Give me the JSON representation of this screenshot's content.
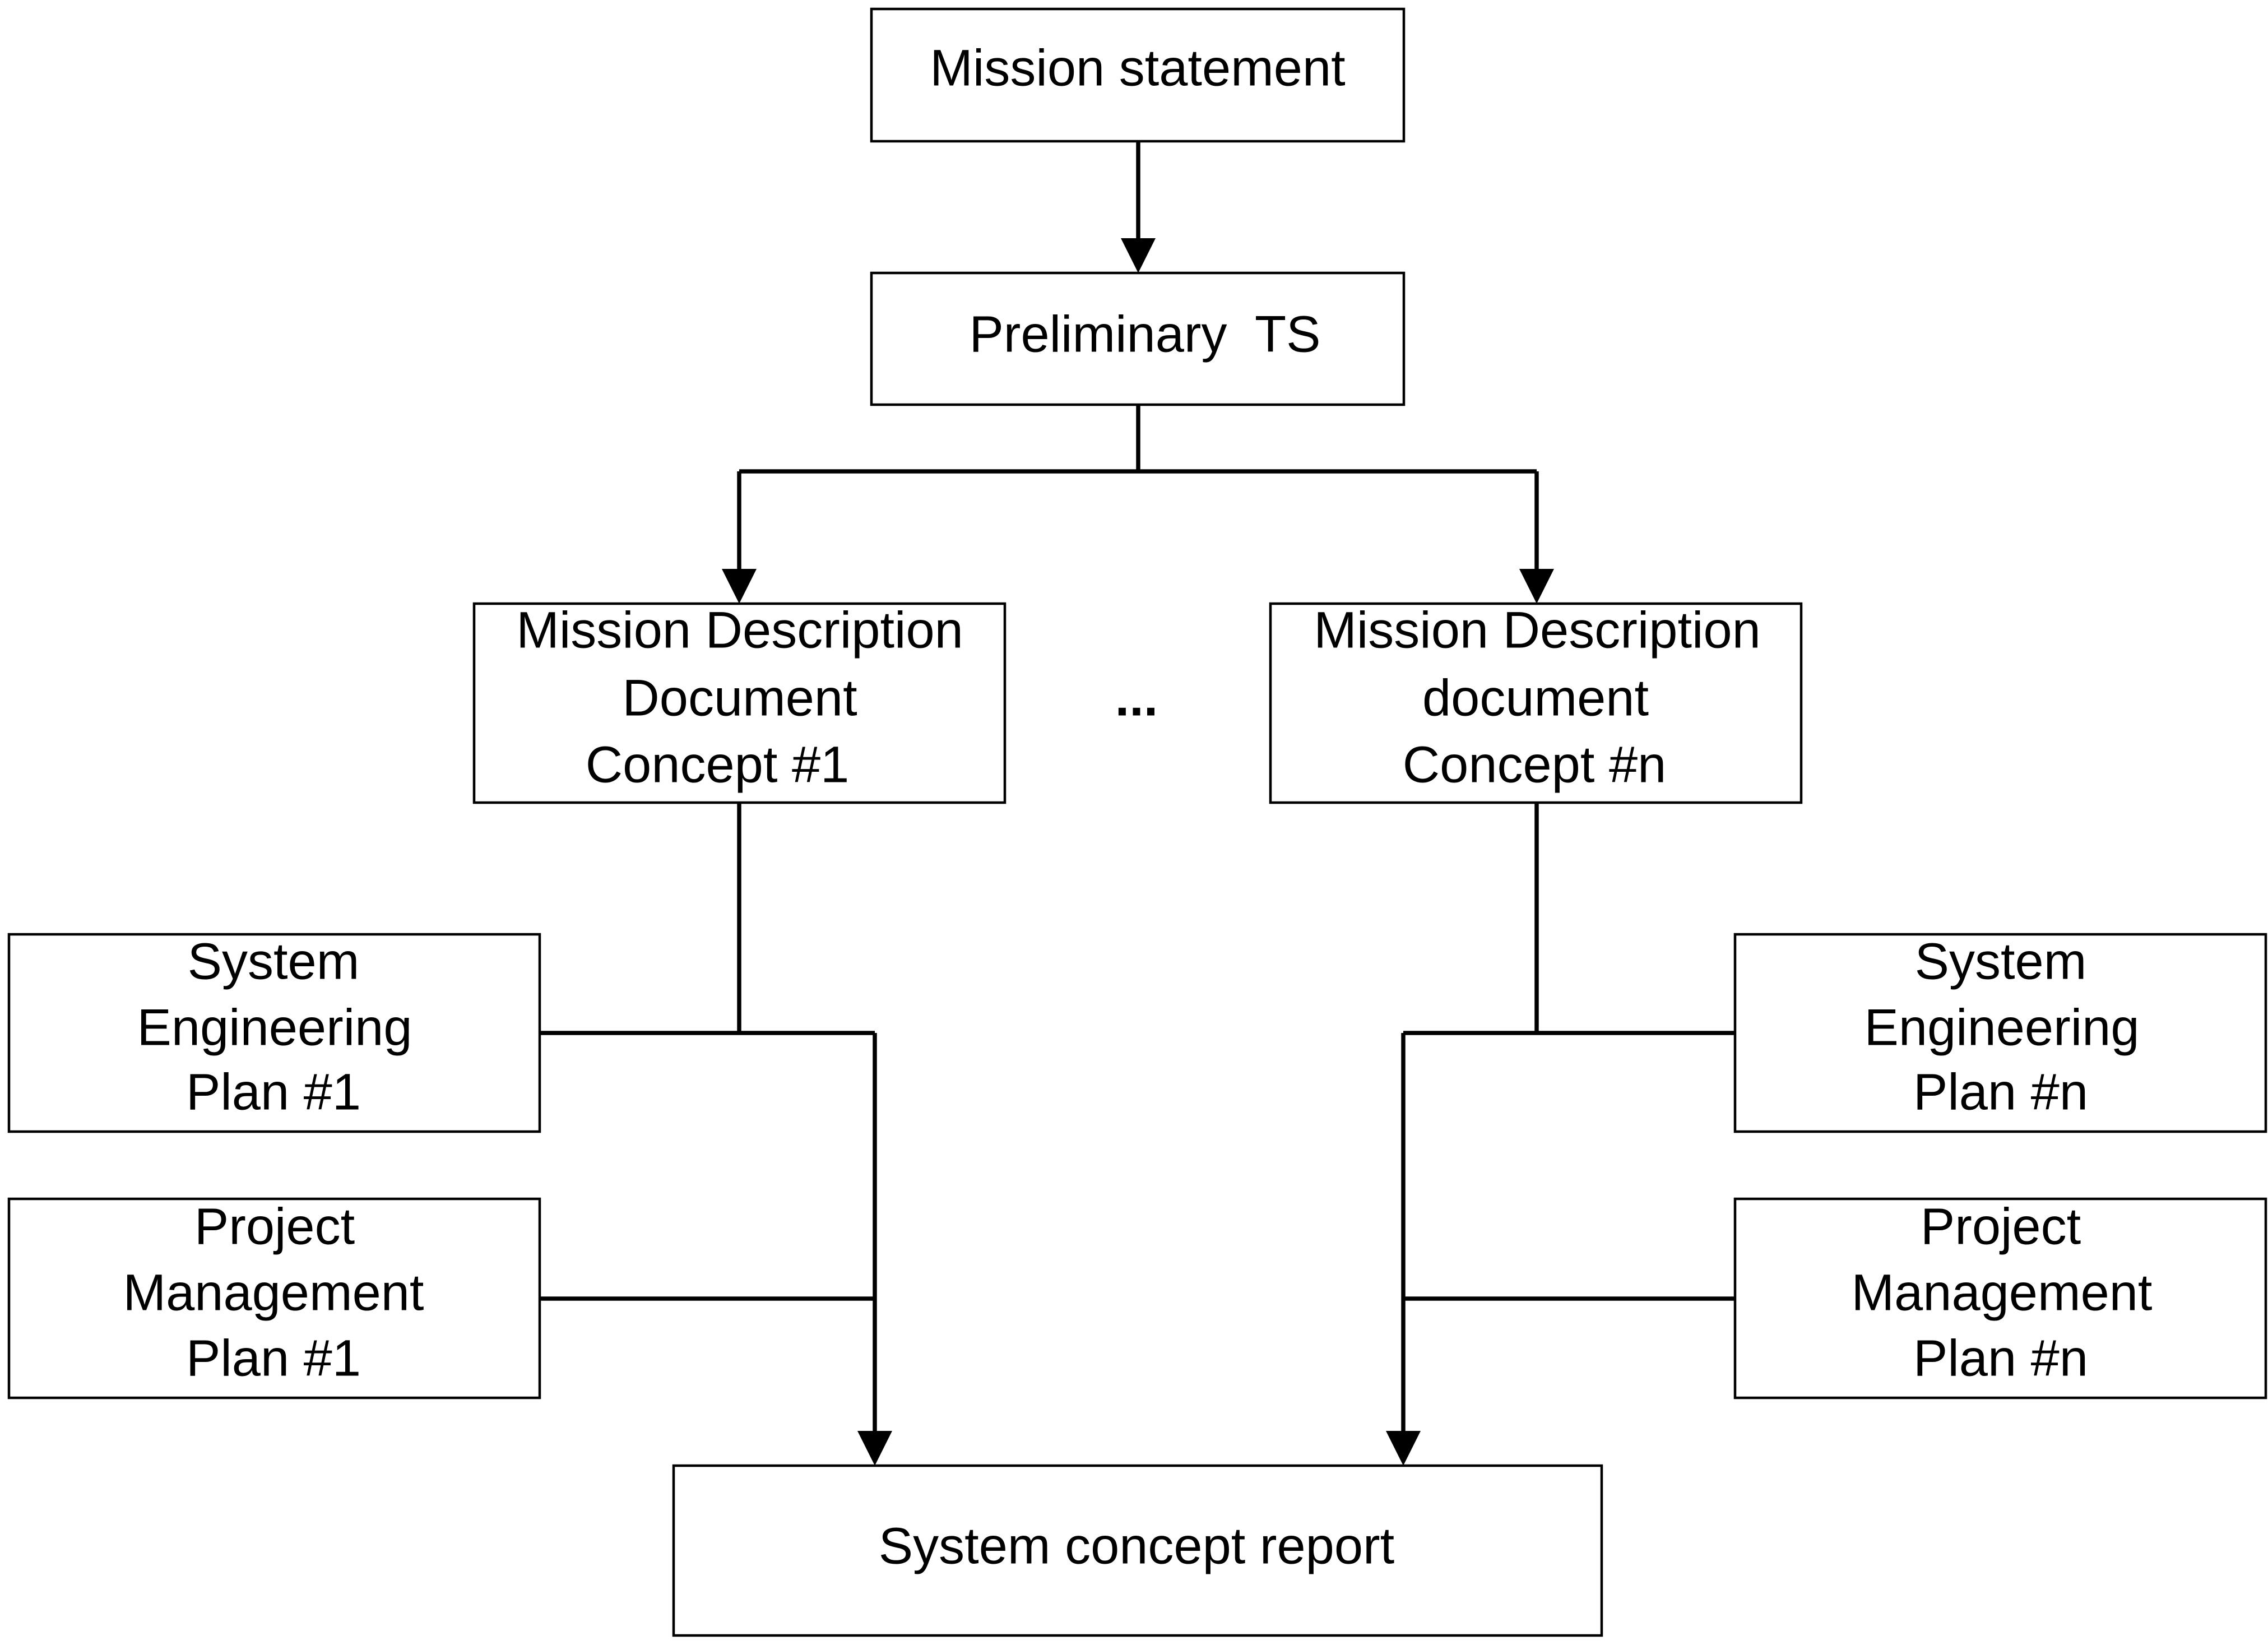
{
  "diagram": {
    "nodes": {
      "mission_statement": {
        "lines": [
          "Mission statement"
        ]
      },
      "preliminary_ts": {
        "lines": [
          "Preliminary  TS"
        ]
      },
      "mdd_concept_1": {
        "lines": [
          "Mission Description",
          "Document",
          "Concept #1"
        ]
      },
      "mdd_concept_n": {
        "lines": [
          "Mission Description",
          "document",
          "Concept #n"
        ]
      },
      "sep_1": {
        "lines": [
          "System",
          "Engineering",
          "Plan #1"
        ]
      },
      "pmp_1": {
        "lines": [
          "Project",
          "Management",
          "Plan #1"
        ]
      },
      "sep_n": {
        "lines": [
          "System",
          "Engineering",
          "Plan #n"
        ]
      },
      "pmp_n": {
        "lines": [
          "Project",
          "Management",
          "Plan #n"
        ]
      },
      "system_concept_report": {
        "lines": [
          "System concept report"
        ]
      }
    },
    "ellipsis": "...",
    "colors": {
      "line": "#000000",
      "box_fill": "#ffffff",
      "text": "#000000"
    }
  }
}
